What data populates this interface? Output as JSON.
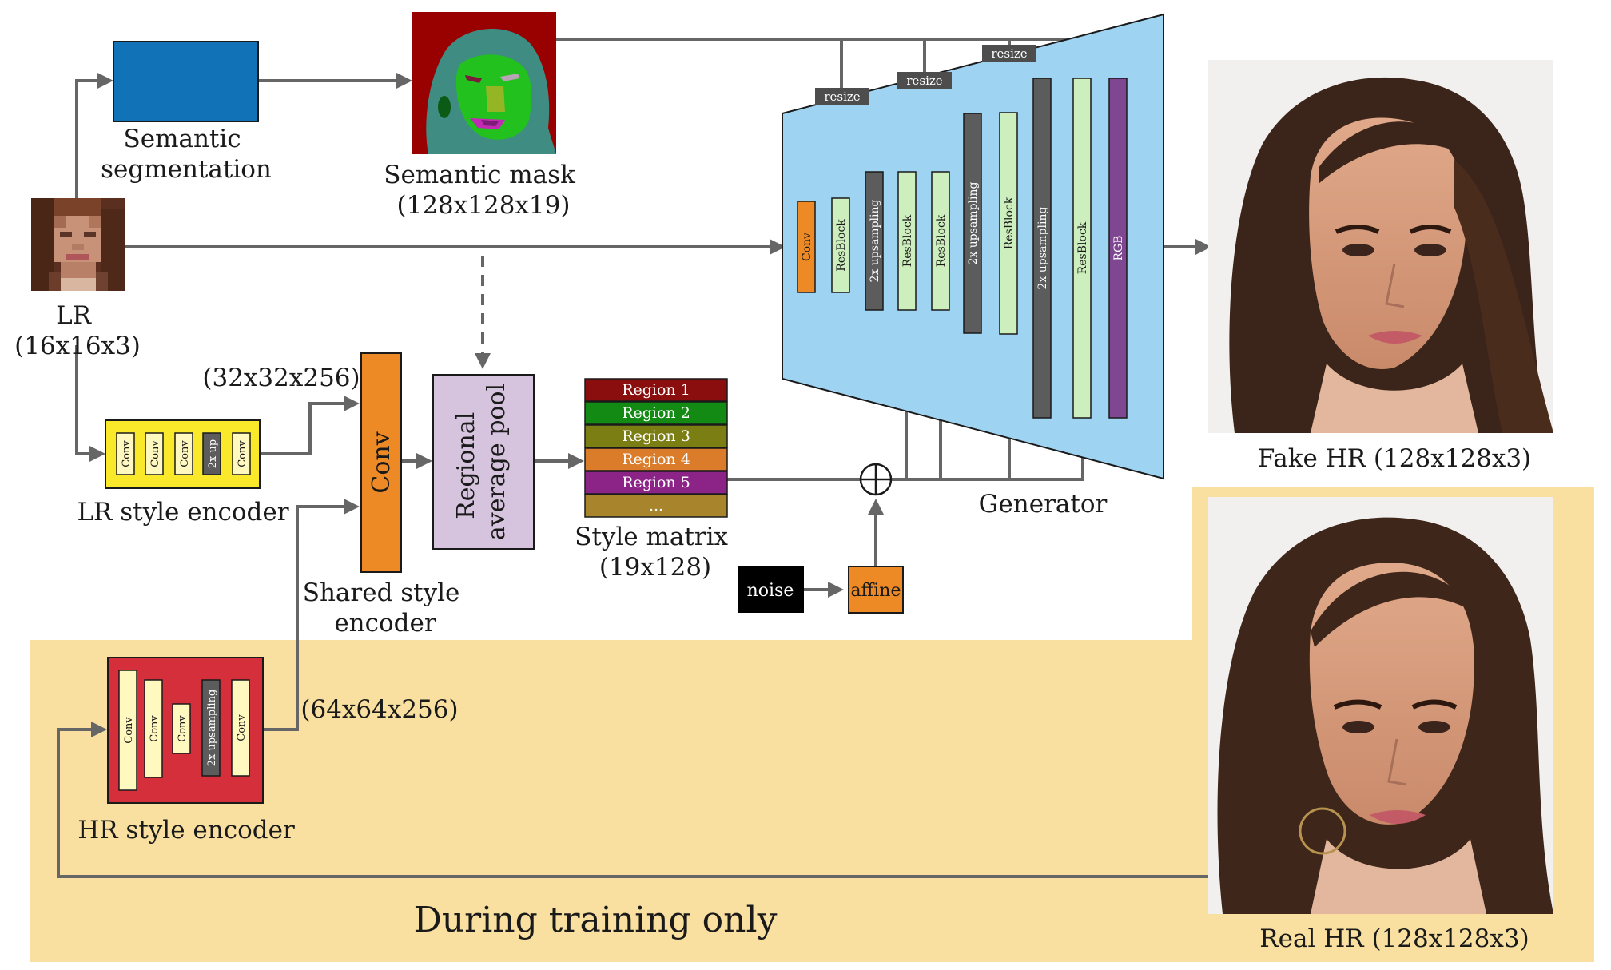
{
  "labels": {
    "semantic_segmentation_line1": "Semantic",
    "semantic_segmentation_line2": "segmentation",
    "semantic_mask_line1": "Semantic mask",
    "semantic_mask_line2": "(128x128x19)",
    "lr_line1": "LR",
    "lr_line2": "(16x16x3)",
    "lr_style_encoder": "LR style encoder",
    "hr_style_encoder": "HR style encoder",
    "shared_style_line1": "Shared style",
    "shared_style_line2": "encoder",
    "dim_32": "(32x32x256)",
    "dim_64": "(64x64x256)",
    "conv_big": "Conv",
    "regional_line1": "Regional",
    "regional_line2": "average pool",
    "style_matrix_line1": "Style matrix",
    "style_matrix_line2": "(19x128)",
    "noise": "noise",
    "affine": "affine",
    "generator": "Generator",
    "fake_hr": "Fake HR (128x128x3)",
    "real_hr": "Real HR (128x128x3)",
    "training_only": "During training only",
    "resize": "resize"
  },
  "lr_encoder_blocks": [
    "Conv",
    "Conv",
    "Conv",
    "2x up",
    "Conv"
  ],
  "hr_encoder_blocks": [
    "Conv",
    "Conv",
    "Conv",
    "2x upsampling",
    "Conv"
  ],
  "style_regions": [
    "Region 1",
    "Region 2",
    "Region 3",
    "Region 4",
    "Region 5",
    "..."
  ],
  "generator_layers": [
    "Conv",
    "ResBlock",
    "2x upsampling",
    "ResBlock",
    "ResBlock",
    "2x upsampling",
    "ResBlock",
    "2x upsampling",
    "ResBlock",
    "RGB"
  ],
  "colors": {
    "arrow": "#666666",
    "training_bg": "#f9e0a0",
    "generator_bg": "#9fd3f2",
    "semantic_seg": "#1172b7",
    "conv_orange": "#ee8a25",
    "regional_pool": "#d6c4de",
    "lr_encoder": "#f9e92a",
    "hr_encoder": "#d42f3b",
    "resblock": "#cdeebd",
    "upsampling": "#5c5c5c",
    "rgb": "#7f4791",
    "region_colors": [
      "#8b0e0e",
      "#138a14",
      "#7b7e13",
      "#da7c29",
      "#8c2488",
      "#a8852d"
    ]
  }
}
